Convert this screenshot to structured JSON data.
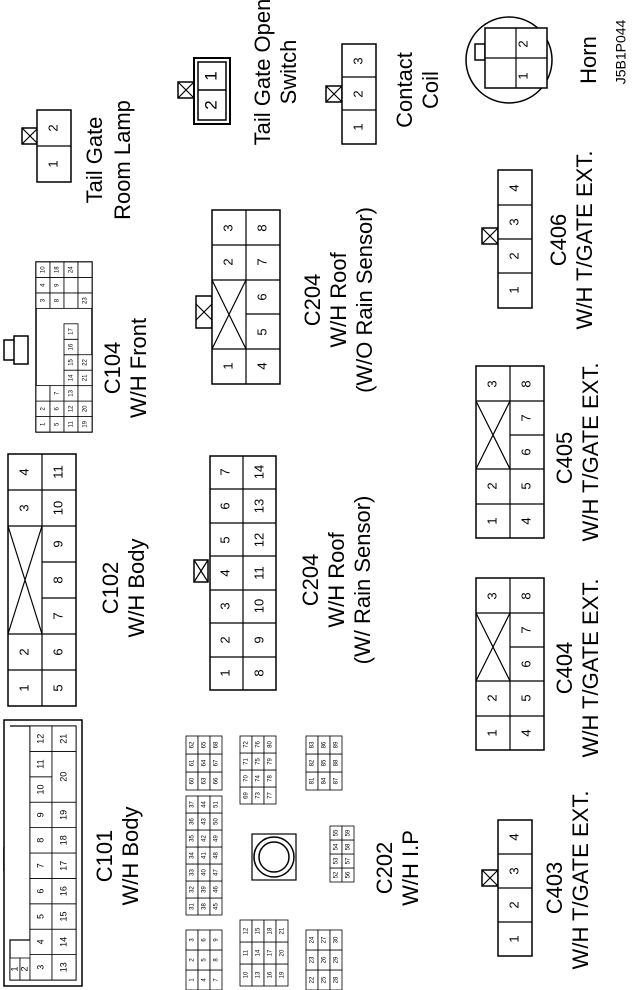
{
  "figure_code": "J5B1P044",
  "connectors": [
    {
      "id": "tailgate-room-lamp",
      "lines": [
        "Tail Gate",
        "Room Lamp"
      ],
      "rows": [
        [
          "1",
          "2"
        ]
      ]
    },
    {
      "id": "tailgate-open-switch",
      "lines": [
        "Tail Gate Open",
        "Switch"
      ],
      "rows": [
        [
          "2",
          "1"
        ]
      ]
    },
    {
      "id": "contact-coil",
      "lines": [
        "Contact",
        "Coil"
      ],
      "rows": [
        [
          "1",
          "2",
          "3"
        ]
      ]
    },
    {
      "id": "horn",
      "lines": [
        "Horn"
      ],
      "rows": [
        [
          "1",
          "2"
        ]
      ]
    },
    {
      "id": "c406",
      "lines": [
        "C406",
        "W/H T/GATE EXT."
      ],
      "rows": [
        [
          "1",
          "2",
          "3",
          "4"
        ]
      ]
    },
    {
      "id": "c104",
      "lines": [
        "C104",
        "W/H Front"
      ],
      "rows": [
        [
          "1",
          "2",
          "",
          "",
          "",
          "",
          "",
          "",
          "3",
          "4",
          "10"
        ],
        [
          "5",
          "6",
          "7",
          "",
          "",
          "",
          "",
          "",
          "8",
          "9",
          "18"
        ],
        [
          "11",
          "12",
          "13",
          "14",
          "15",
          "16",
          "17",
          "",
          "",
          "",
          "24"
        ],
        [
          "19",
          "20",
          "",
          "21",
          "22",
          "",
          "",
          "",
          "23",
          "",
          ""
        ]
      ]
    },
    {
      "id": "c204-no-rain",
      "lines": [
        "C204",
        "W/H Roof",
        "(W/O Rain Sensor)"
      ],
      "rows": [
        [
          "1",
          "",
          "2",
          "3"
        ],
        [
          "4",
          "5",
          "6",
          "7",
          "8"
        ]
      ]
    },
    {
      "id": "c405",
      "lines": [
        "C405",
        "W/H T/GATE EXT."
      ],
      "rows": [
        [
          "1",
          "2",
          "",
          "3"
        ],
        [
          "4",
          "5",
          "6",
          "7",
          "8"
        ]
      ]
    },
    {
      "id": "c102",
      "lines": [
        "C102",
        "W/H Body"
      ],
      "rows": [
        [
          "1",
          "2",
          "",
          "3",
          "4"
        ],
        [
          "5",
          "6",
          "7",
          "8",
          "9",
          "10",
          "11"
        ]
      ]
    },
    {
      "id": "c204-rain",
      "lines": [
        "C204",
        "W/H Roof",
        "(W/ Rain Sensor)"
      ],
      "rows": [
        [
          "1",
          "2",
          "3",
          "4",
          "5",
          "6",
          "7"
        ],
        [
          "8",
          "9",
          "10",
          "11",
          "12",
          "13",
          "14"
        ]
      ]
    },
    {
      "id": "c404",
      "lines": [
        "C404",
        "W/H T/GATE EXT."
      ],
      "rows": [
        [
          "1",
          "2",
          "",
          "3"
        ],
        [
          "4",
          "5",
          "6",
          "7",
          "8"
        ]
      ]
    },
    {
      "id": "c101",
      "lines": [
        "C101",
        "W/H Body"
      ],
      "rows": [
        [
          "1",
          "2"
        ],
        [
          "3",
          "4",
          "5",
          "6",
          "7",
          "8",
          "9",
          "10",
          "11",
          "12"
        ],
        [
          "13",
          "14",
          "15",
          "16",
          "17",
          "18",
          "19",
          "20",
          "21"
        ]
      ]
    },
    {
      "id": "c202",
      "lines": [
        "C202",
        "W/H I.P"
      ],
      "rows": [
        [
          "1",
          "2",
          "3",
          "4",
          "5",
          "6",
          "7",
          "8",
          "9"
        ],
        [
          "10",
          "11",
          "12",
          "13",
          "14",
          "15",
          "16",
          "17",
          "18",
          "19",
          "20",
          "21"
        ],
        [
          "22",
          "23",
          "24",
          "25",
          "26",
          "27",
          "28",
          "29",
          "30"
        ],
        [
          "31",
          "32",
          "33",
          "34",
          "35",
          "36",
          "37",
          "38",
          "39",
          "40",
          "41",
          "42",
          "43",
          "44",
          "45",
          "46",
          "47",
          "48",
          "49",
          "50",
          "51"
        ],
        [
          "52",
          "53",
          "54",
          "55",
          "56",
          "57",
          "58",
          "59"
        ],
        [
          "60",
          "61",
          "62",
          "63",
          "64",
          "65",
          "66",
          "67",
          "68"
        ],
        [
          "69",
          "70",
          "71",
          "72",
          "73",
          "74",
          "75",
          "76",
          "77",
          "78",
          "79",
          "80"
        ],
        [
          "81",
          "82",
          "83",
          "84",
          "85",
          "86",
          "87",
          "88",
          "89"
        ]
      ]
    },
    {
      "id": "c403",
      "lines": [
        "C403",
        "W/H T/GATE  EXT."
      ],
      "rows": [
        [
          "1",
          "2",
          "3",
          "4"
        ]
      ]
    }
  ]
}
